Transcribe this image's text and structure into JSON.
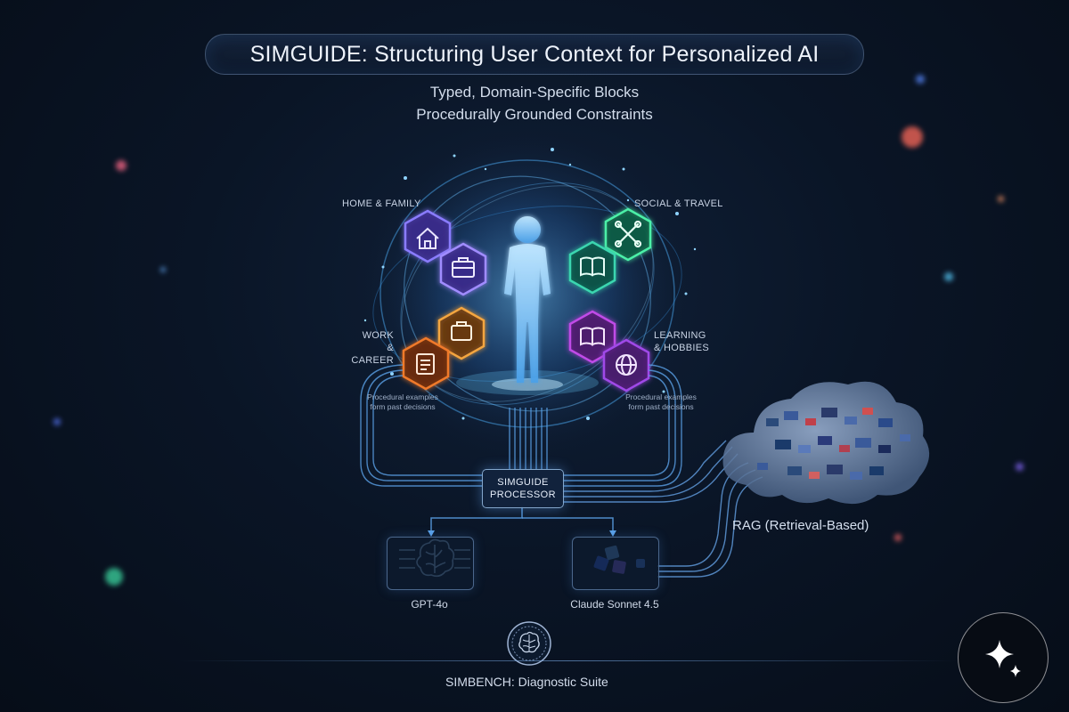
{
  "title": "SIMGUIDE: Structuring User Context for Personalized AI",
  "subtitle_lines": [
    "Typed, Domain-Specific Blocks",
    "Procedurally Grounded Constraints"
  ],
  "domains": {
    "home": "HOME & FAMILY",
    "social": "SOCIAL & TRAVEL",
    "work": [
      "WORK",
      "& CAREER"
    ],
    "learning": [
      "LEARNING",
      "& HOBBIES"
    ]
  },
  "notes": {
    "left": [
      "Procedural examples",
      "form past decisions"
    ],
    "right": [
      "Procedural examples",
      "form past decisions"
    ]
  },
  "processor": [
    "SIMGUIDE",
    "PROCESSOR"
  ],
  "models": {
    "gpt": "GPT-4o",
    "claude": "Claude Sonnet 4.5"
  },
  "rag_label": "RAG (Retrieval-Based)",
  "footer": "SIMBENCH: Diagnostic Suite",
  "colors": {
    "home_block": "#6b5cf0",
    "briefcase_block": "#8a6cf2",
    "social_block": "#2fd08a",
    "book_social_block": "#27b99a",
    "work_orange": "#f07a2c",
    "work_amber": "#f4a640",
    "learning_magenta": "#c04ce8",
    "learning_purple": "#a04ae8",
    "connector_blue": "#5aa0e6"
  },
  "icons": [
    "house-icon",
    "briefcase-icon",
    "crossed-tools-icon",
    "open-book-icon",
    "notepad-icon",
    "globe-icon",
    "human-figure-icon",
    "brain-chip-icon",
    "blocks-icon",
    "sparkle-icon"
  ]
}
